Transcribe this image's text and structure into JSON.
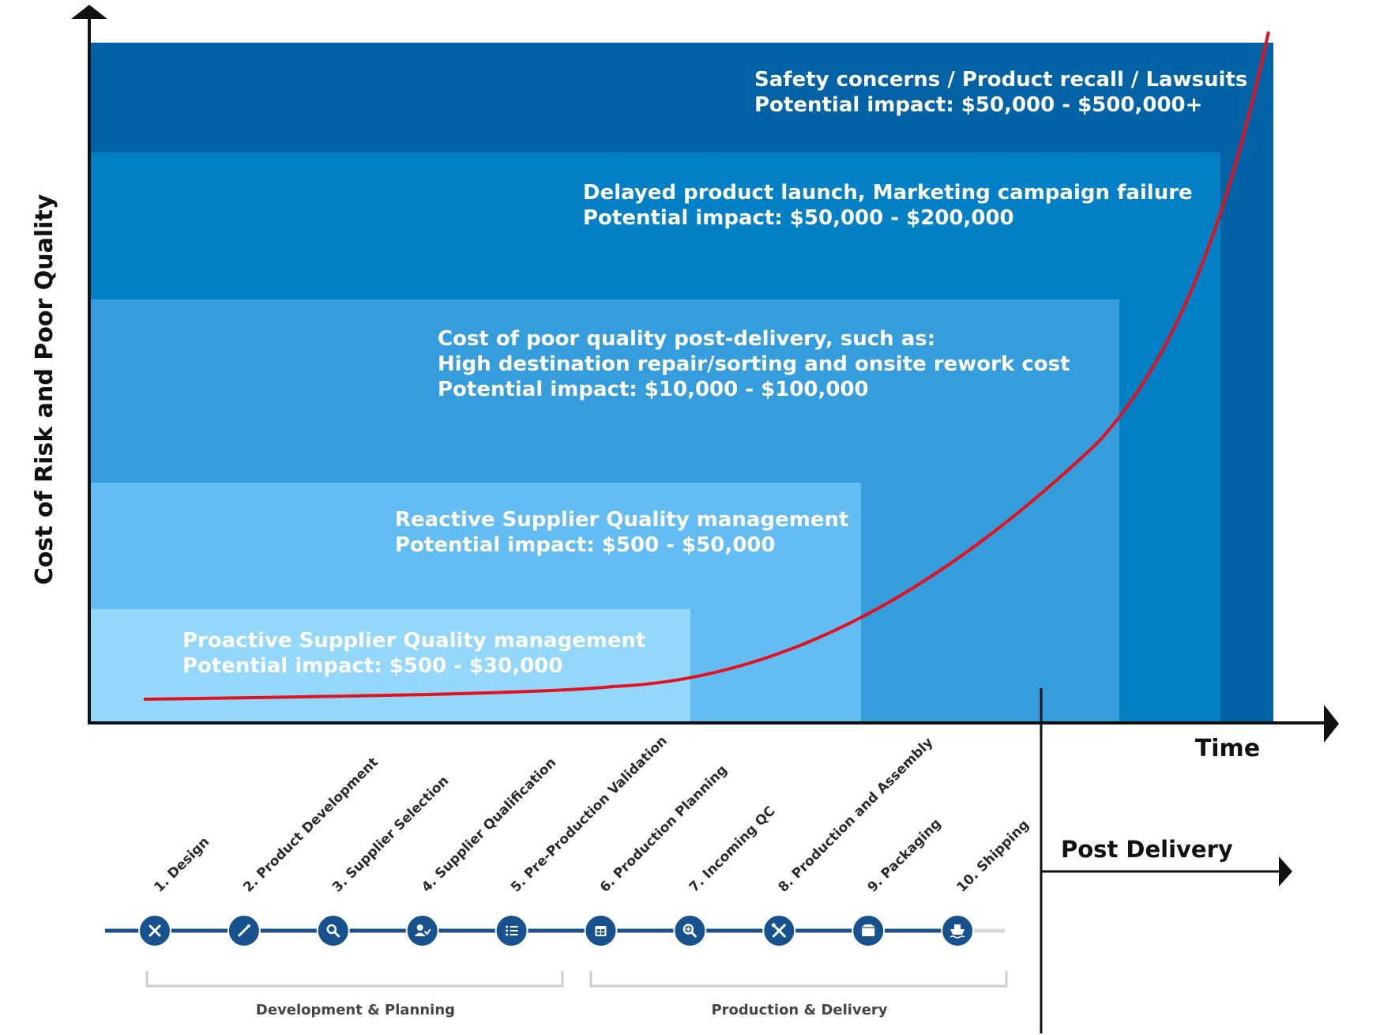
{
  "colors": {
    "band_1": "#93d7fa",
    "band_2": "#63bdf3",
    "band_3": "#369ddc",
    "band_4": "#0180c5",
    "band_5": "#0162a6",
    "curve": "#e3101e",
    "timeline": "#17528e",
    "axis": "#111111"
  },
  "y_axis_label": "Cost of Risk and Poor Quality",
  "x_axis_label": "Time",
  "post_delivery_label": "Post Delivery",
  "bands": [
    {
      "lines": [
        "Proactive Supplier Quality management",
        "Potential impact: $500 - $30,000"
      ]
    },
    {
      "lines": [
        "Reactive Supplier Quality management",
        "Potential impact: $500 - $50,000"
      ]
    },
    {
      "lines": [
        "Cost of poor quality post-delivery, such as:",
        "High destination repair/sorting and onsite rework cost",
        "Potential impact: $10,000 - $100,000"
      ]
    },
    {
      "lines": [
        "Delayed product launch, Marketing campaign failure",
        "Potential impact: $50,000 - $200,000"
      ]
    },
    {
      "lines": [
        "Safety concerns / Product recall / Lawsuits",
        "Potential impact: $50,000 - $500,000+"
      ]
    }
  ],
  "stages": [
    {
      "label": "1. Design",
      "icon": "design-tools-icon"
    },
    {
      "label": "2. Product Development",
      "icon": "magic-wand-icon"
    },
    {
      "label": "3. Supplier Selection",
      "icon": "search-icon"
    },
    {
      "label": "4. Supplier Qualification",
      "icon": "user-check-icon"
    },
    {
      "label": "5. Pre-Production Validation",
      "icon": "checklist-icon"
    },
    {
      "label": "6. Production Planning",
      "icon": "calendar-icon"
    },
    {
      "label": "7. Incoming QC",
      "icon": "zoom-in-icon"
    },
    {
      "label": "8. Production and Assembly",
      "icon": "wrench-screwdriver-icon"
    },
    {
      "label": "9. Packaging",
      "icon": "box-icon"
    },
    {
      "label": "10. Shipping",
      "icon": "ship-icon"
    }
  ],
  "groups": [
    {
      "label": "Development & Planning"
    },
    {
      "label": "Production & Delivery"
    }
  ]
}
